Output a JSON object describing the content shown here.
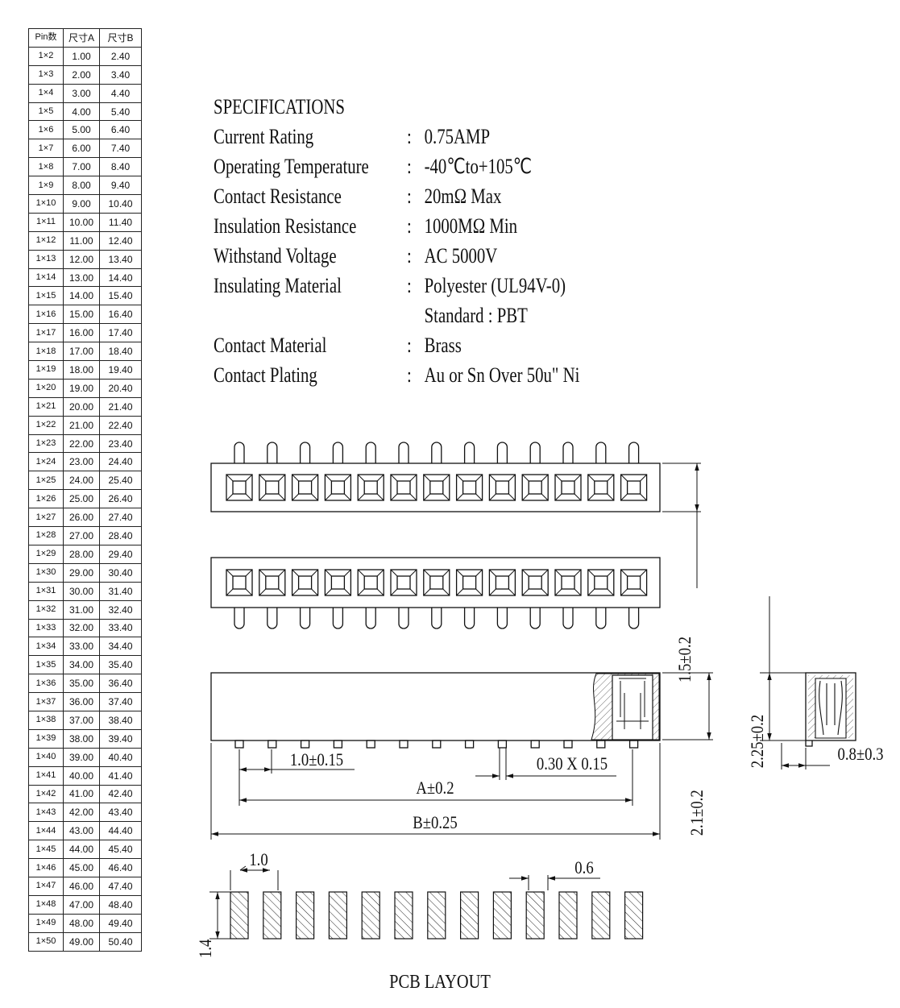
{
  "table": {
    "headers": [
      "Pin数",
      "尺寸A",
      "尺寸B"
    ],
    "rows": [
      [
        "1×2",
        "1.00",
        "2.40"
      ],
      [
        "1×3",
        "2.00",
        "3.40"
      ],
      [
        "1×4",
        "3.00",
        "4.40"
      ],
      [
        "1×5",
        "4.00",
        "5.40"
      ],
      [
        "1×6",
        "5.00",
        "6.40"
      ],
      [
        "1×7",
        "6.00",
        "7.40"
      ],
      [
        "1×8",
        "7.00",
        "8.40"
      ],
      [
        "1×9",
        "8.00",
        "9.40"
      ],
      [
        "1×10",
        "9.00",
        "10.40"
      ],
      [
        "1×11",
        "10.00",
        "11.40"
      ],
      [
        "1×12",
        "11.00",
        "12.40"
      ],
      [
        "1×13",
        "12.00",
        "13.40"
      ],
      [
        "1×14",
        "13.00",
        "14.40"
      ],
      [
        "1×15",
        "14.00",
        "15.40"
      ],
      [
        "1×16",
        "15.00",
        "16.40"
      ],
      [
        "1×17",
        "16.00",
        "17.40"
      ],
      [
        "1×18",
        "17.00",
        "18.40"
      ],
      [
        "1×19",
        "18.00",
        "19.40"
      ],
      [
        "1×20",
        "19.00",
        "20.40"
      ],
      [
        "1×21",
        "20.00",
        "21.40"
      ],
      [
        "1×22",
        "21.00",
        "22.40"
      ],
      [
        "1×23",
        "22.00",
        "23.40"
      ],
      [
        "1×24",
        "23.00",
        "24.40"
      ],
      [
        "1×25",
        "24.00",
        "25.40"
      ],
      [
        "1×26",
        "25.00",
        "26.40"
      ],
      [
        "1×27",
        "26.00",
        "27.40"
      ],
      [
        "1×28",
        "27.00",
        "28.40"
      ],
      [
        "1×29",
        "28.00",
        "29.40"
      ],
      [
        "1×30",
        "29.00",
        "30.40"
      ],
      [
        "1×31",
        "30.00",
        "31.40"
      ],
      [
        "1×32",
        "31.00",
        "32.40"
      ],
      [
        "1×33",
        "32.00",
        "33.40"
      ],
      [
        "1×34",
        "33.00",
        "34.40"
      ],
      [
        "1×35",
        "34.00",
        "35.40"
      ],
      [
        "1×36",
        "35.00",
        "36.40"
      ],
      [
        "1×37",
        "36.00",
        "37.40"
      ],
      [
        "1×38",
        "37.00",
        "38.40"
      ],
      [
        "1×39",
        "38.00",
        "39.40"
      ],
      [
        "1×40",
        "39.00",
        "40.40"
      ],
      [
        "1×41",
        "40.00",
        "41.40"
      ],
      [
        "1×42",
        "41.00",
        "42.40"
      ],
      [
        "1×43",
        "42.00",
        "43.40"
      ],
      [
        "1×44",
        "43.00",
        "44.40"
      ],
      [
        "1×45",
        "44.00",
        "45.40"
      ],
      [
        "1×46",
        "45.00",
        "46.40"
      ],
      [
        "1×47",
        "46.00",
        "47.40"
      ],
      [
        "1×48",
        "47.00",
        "48.40"
      ],
      [
        "1×49",
        "48.00",
        "49.40"
      ],
      [
        "1×50",
        "49.00",
        "50.40"
      ]
    ]
  },
  "specs": {
    "title": "SPECIFICATIONS",
    "rows": [
      {
        "label": "Current Rating",
        "value": "0.75AMP"
      },
      {
        "label": "Operating Temperature",
        "value": "-40℃to+105℃"
      },
      {
        "label": "Contact Resistance",
        "value": "20mΩ Max"
      },
      {
        "label": "Insulation Resistance",
        "value": "1000MΩ Min"
      },
      {
        "label": "Withstand Voltage",
        "value": "AC 5000V"
      },
      {
        "label": "Insulating Material",
        "value": "Polyester (UL94V-0)"
      },
      {
        "label": "",
        "value": "Standard : PBT"
      },
      {
        "label": "Contact Material",
        "value": "Brass"
      },
      {
        "label": "Contact Plating",
        "value": "Au or Sn Over 50u\" Ni"
      }
    ]
  },
  "dimensions": {
    "row_height": "1.5±0.2",
    "body_height": "2.1±0.2",
    "pitch": "1.0±0.15",
    "pin_size": "0.30 X 0.15",
    "dim_a": "A±0.2",
    "dim_b": "B±0.25",
    "side_height": "2.25±0.2",
    "side_offset": "0.8±0.3",
    "pcb_pitch": "1.0",
    "pcb_pad_width": "0.6",
    "pcb_pad_length": "1.4"
  },
  "pcb_title": "PCB LAYOUT",
  "colors": {
    "line": "#111111",
    "background": "#ffffff"
  }
}
